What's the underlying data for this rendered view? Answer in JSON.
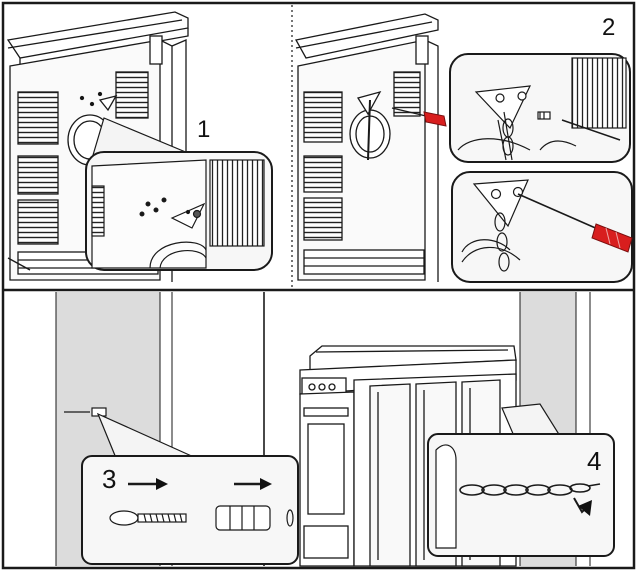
{
  "steps": {
    "step1": "1",
    "step2": "2",
    "step3": "3",
    "step4": "4"
  },
  "colors": {
    "line": "#1a1a1a",
    "screwdriver_handle": "#d81e1e",
    "wall_grey": "#dcdcdc",
    "panel_fill": "#f7f7f7"
  },
  "icons": [
    "screw-icon",
    "screwdriver-icon",
    "wall-plug-icon",
    "chain-icon",
    "arrow-right-icon",
    "bracket-icon"
  ]
}
